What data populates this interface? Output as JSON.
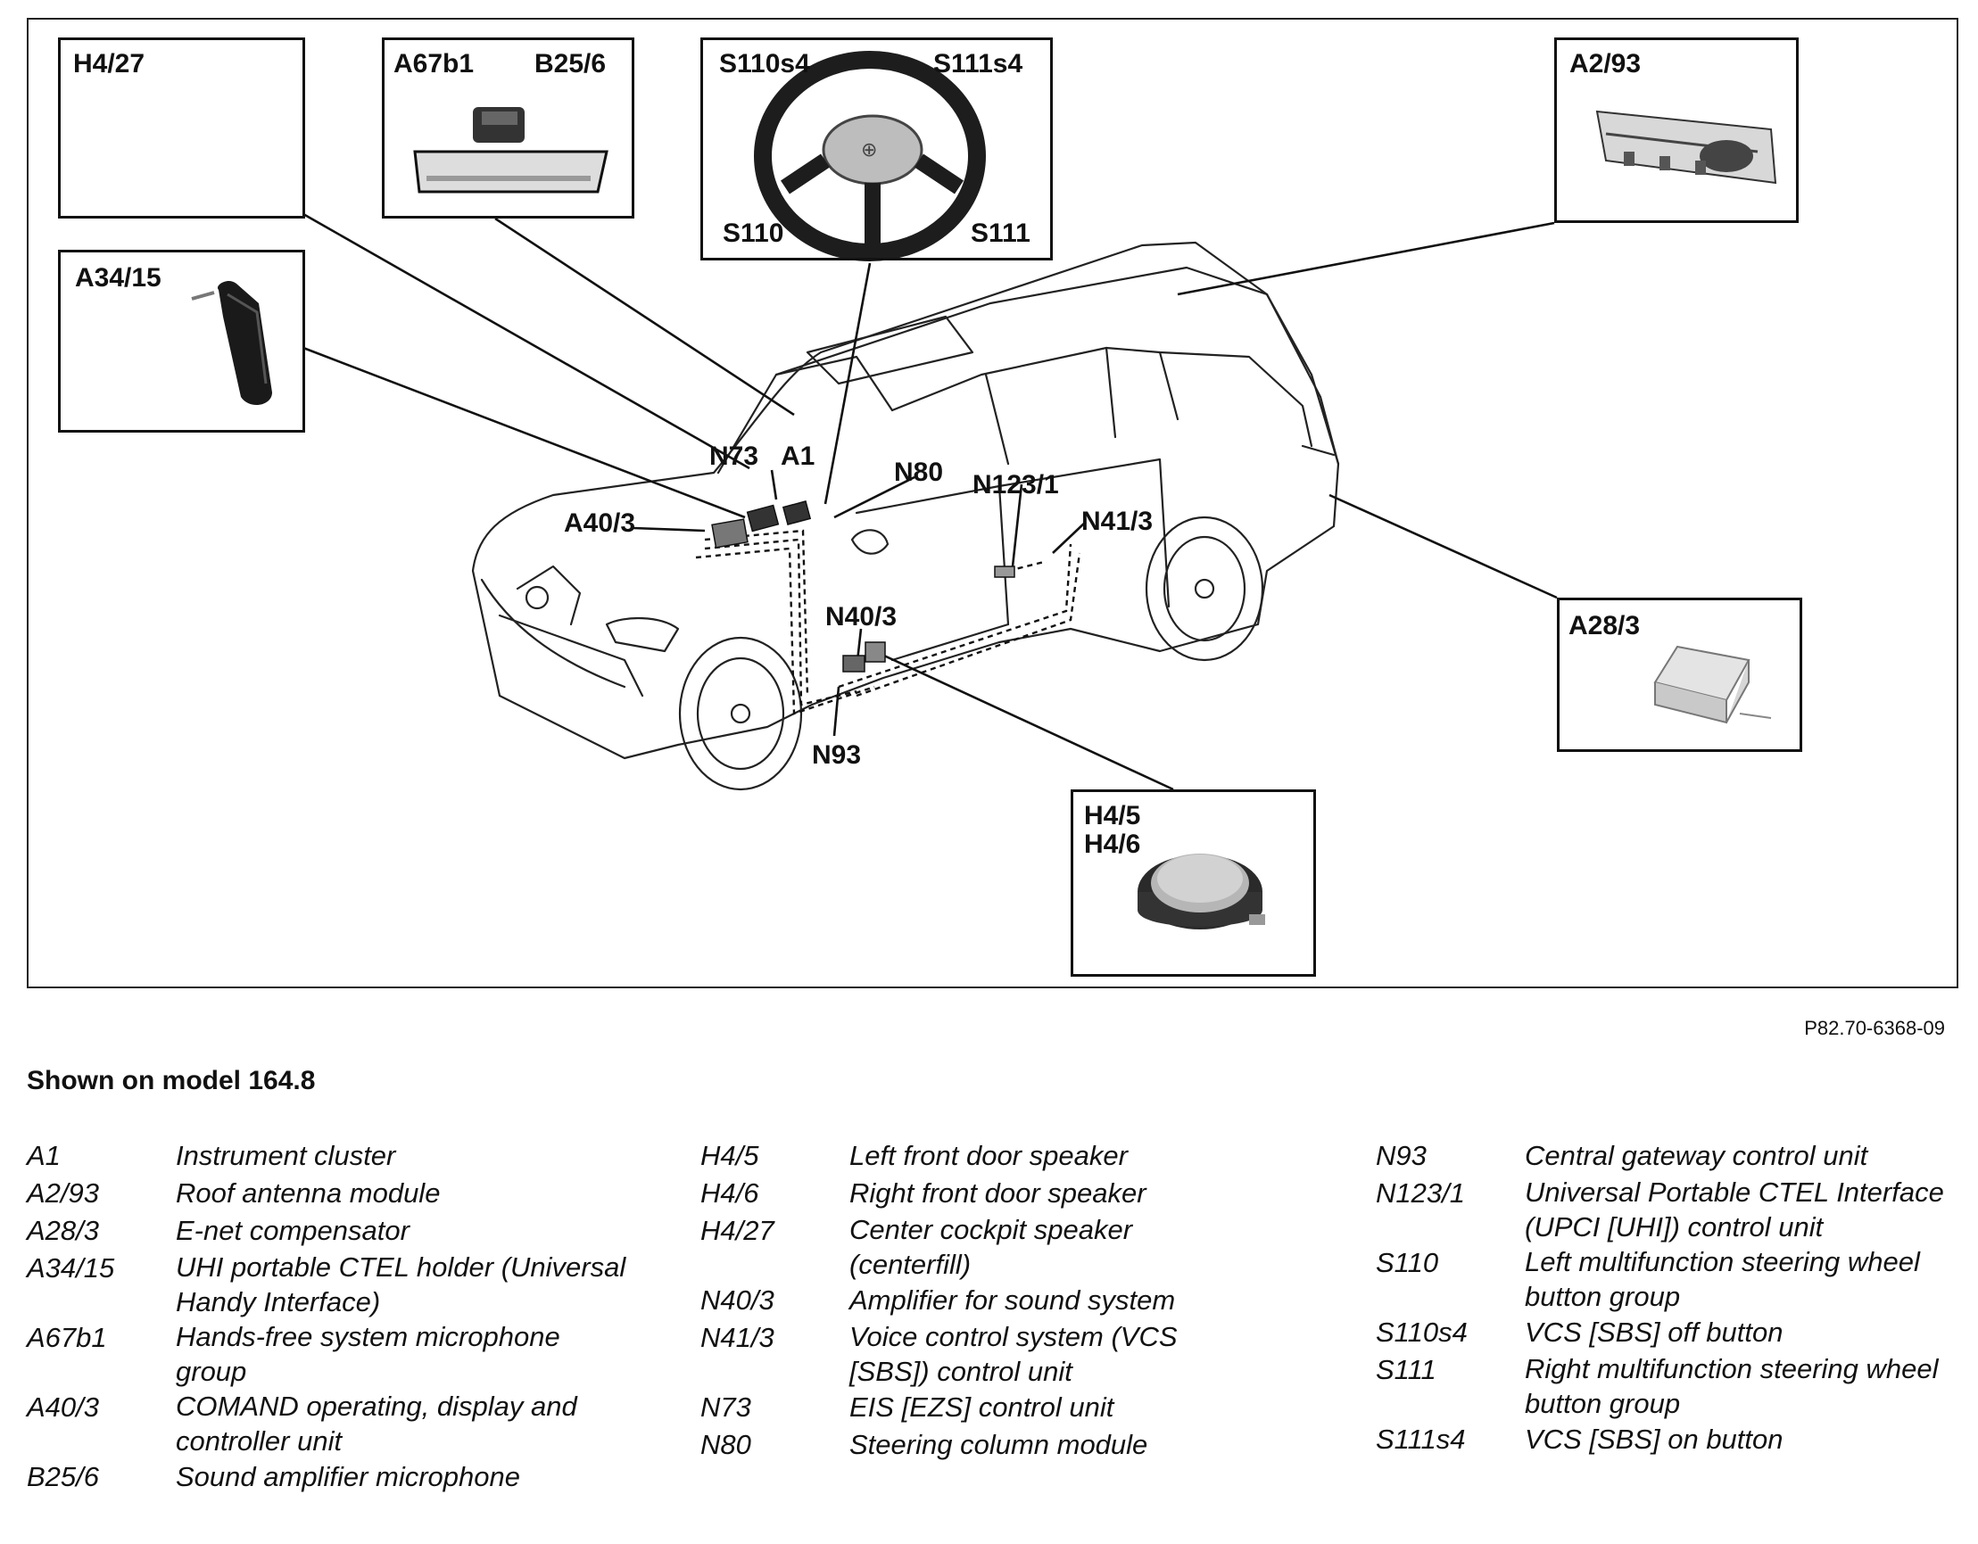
{
  "figure_code": "P82.70-6368-09",
  "subtitle": "Shown on model 164.8",
  "boxes": {
    "h4_27": [
      "H4/27"
    ],
    "a67b1": [
      "A67b1",
      "B25/6"
    ],
    "steering": [
      "S110s4",
      "S111s4",
      "S110",
      "S111"
    ],
    "a2_93": [
      "A2/93"
    ],
    "a34_15": [
      "A34/15"
    ],
    "a28_3": [
      "A28/3"
    ],
    "h4_5": [
      "H4/5",
      "H4/6"
    ]
  },
  "car_labels": [
    "N73",
    "A1",
    "N80",
    "A40/3",
    "N123/1",
    "N41/3",
    "N40/3",
    "N93"
  ],
  "legend": [
    [
      {
        "code": "A1",
        "desc": "Instrument cluster"
      },
      {
        "code": "A2/93",
        "desc": "Roof antenna module"
      },
      {
        "code": "A28/3",
        "desc": "E-net compensator"
      },
      {
        "code": "A34/15",
        "desc": "UHI portable CTEL holder (Universal Handy Interface)"
      },
      {
        "code": "A67b1",
        "desc": "Hands-free system microphone group"
      },
      {
        "code": "A40/3",
        "desc": "COMAND operating, display and controller unit"
      },
      {
        "code": "B25/6",
        "desc": "Sound amplifier microphone"
      }
    ],
    [
      {
        "code": "H4/5",
        "desc": "Left front door speaker"
      },
      {
        "code": "H4/6",
        "desc": "Right front door speaker"
      },
      {
        "code": "H4/27",
        "desc": "Center cockpit speaker (centerfill)"
      },
      {
        "code": "N40/3",
        "desc": "Amplifier for sound system"
      },
      {
        "code": "N41/3",
        "desc": "Voice control system (VCS [SBS]) control unit"
      },
      {
        "code": "N73",
        "desc": "EIS [EZS] control unit"
      },
      {
        "code": "N80",
        "desc": "Steering column module"
      }
    ],
    [
      {
        "code": "N93",
        "desc": "Central gateway control unit"
      },
      {
        "code": "N123/1",
        "desc": "Universal Portable CTEL Interface (UPCI [UHI]) control unit"
      },
      {
        "code": "S110",
        "desc": "Left multifunction steering wheel button group"
      },
      {
        "code": "S110s4",
        "desc": "VCS [SBS] off button"
      },
      {
        "code": "S111",
        "desc": "Right multifunction steering wheel button group"
      },
      {
        "code": "S111s4",
        "desc": "VCS [SBS] on button"
      }
    ]
  ]
}
